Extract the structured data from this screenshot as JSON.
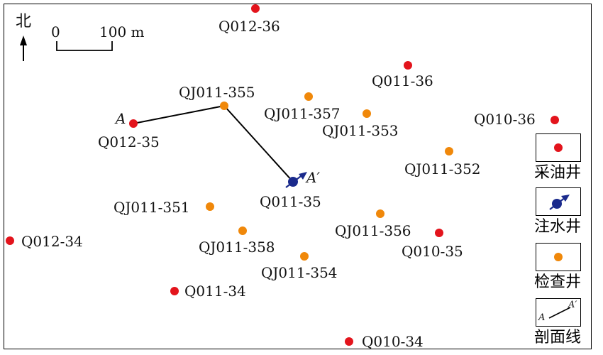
{
  "colors": {
    "producer": "#e3141c",
    "injector": "#1a2a8c",
    "inspection": "#f0880a",
    "line": "#000000"
  },
  "north": {
    "label": "北"
  },
  "scale": {
    "start": "0",
    "end": "100 m"
  },
  "section": {
    "start_label": "A",
    "end_label": "A′"
  },
  "wells": [
    {
      "id": "w1",
      "name": "Q012-36",
      "type": "producer"
    },
    {
      "id": "w2",
      "name": "Q011-36",
      "type": "producer"
    },
    {
      "id": "w3",
      "name": "Q010-36",
      "type": "producer"
    },
    {
      "id": "w4",
      "name": "Q012-35",
      "type": "producer"
    },
    {
      "id": "w5",
      "name": "QJ011-355",
      "type": "inspection"
    },
    {
      "id": "w6",
      "name": "QJ011-357",
      "type": "inspection"
    },
    {
      "id": "w7",
      "name": "QJ011-353",
      "type": "inspection"
    },
    {
      "id": "w8",
      "name": "QJ011-352",
      "type": "inspection"
    },
    {
      "id": "w9",
      "name": "Q011-35",
      "type": "injector"
    },
    {
      "id": "w10",
      "name": "QJ011-351",
      "type": "inspection"
    },
    {
      "id": "w11",
      "name": "QJ011-356",
      "type": "inspection"
    },
    {
      "id": "w12",
      "name": "Q010-35",
      "type": "producer"
    },
    {
      "id": "w13",
      "name": "Q012-34",
      "type": "producer"
    },
    {
      "id": "w14",
      "name": "QJ011-358",
      "type": "inspection"
    },
    {
      "id": "w15",
      "name": "QJ011-354",
      "type": "inspection"
    },
    {
      "id": "w16",
      "name": "Q011-34",
      "type": "producer"
    },
    {
      "id": "w17",
      "name": "Q010-34",
      "type": "producer"
    }
  ],
  "legend": [
    {
      "label": "采油井",
      "icon": "red-dot"
    },
    {
      "label": "注水井",
      "icon": "blue-dot-arrow"
    },
    {
      "label": "检查井",
      "icon": "orange-dot"
    },
    {
      "label": "剖面线",
      "icon": "section-line",
      "start_label": "A",
      "end_label": "A′"
    }
  ]
}
